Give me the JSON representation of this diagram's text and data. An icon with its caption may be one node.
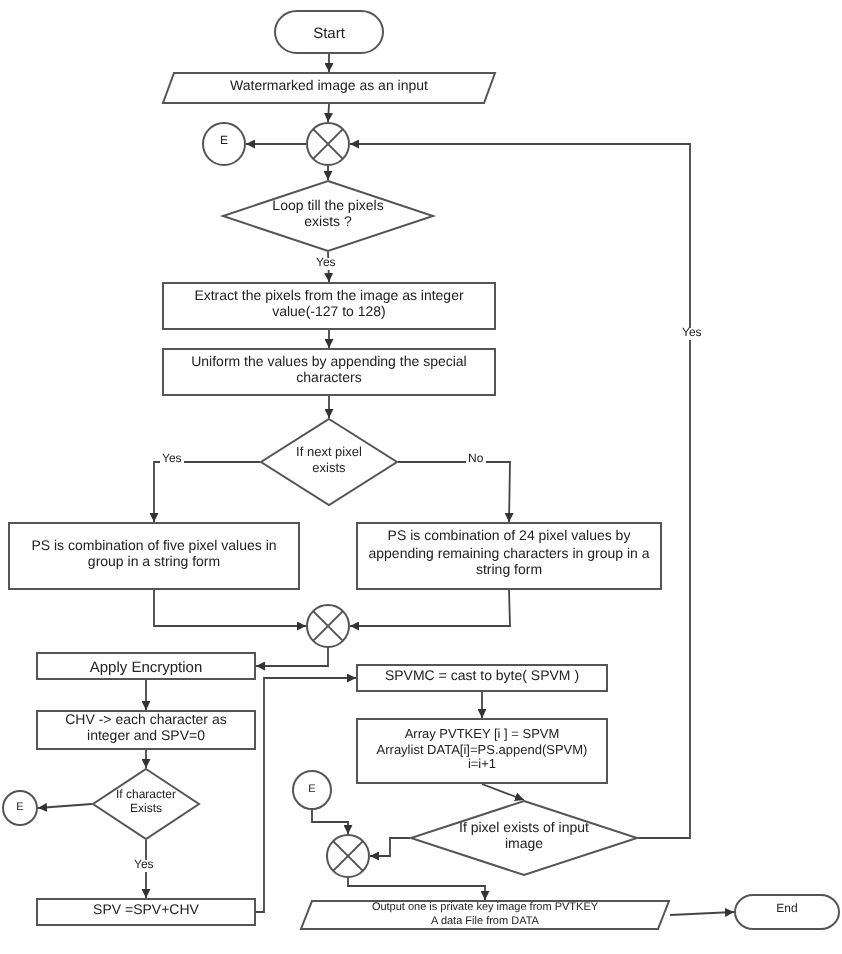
{
  "diagram": {
    "nodes": [
      {
        "text": [
          "Start"
        ]
      },
      {
        "text": [
          "Watermarked image as an input"
        ]
      },
      {
        "text": [],
        "shape": "circle"
      },
      {
        "text": [
          "E"
        ]
      },
      {
        "text": [
          "Loop till the pixels exists ?"
        ]
      },
      {
        "text": [
          "Extract the pixels from the image as integer value(-127 to 128)"
        ]
      },
      {
        "text": [
          "Uniform the values by appending the special characters"
        ]
      },
      {
        "text": [
          "If next pixel exists"
        ]
      },
      {
        "text": [
          "PS is combination of five pixel values in group in a string form"
        ]
      },
      {
        "text": [
          "PS is combination of 24 pixel values by appending remaining characters in group in a string form"
        ]
      },
      {
        "text": [],
        "shape": "circle"
      },
      {
        "text": [
          "Apply Encryption"
        ]
      },
      {
        "text": [
          "CHV -> each character as integer and SPV=0"
        ]
      },
      {
        "text": [
          "If character Exists"
        ]
      },
      {
        "text": [
          "E"
        ]
      },
      {
        "text": [
          "SPV =SPV+CHV"
        ]
      },
      {
        "text": [
          "SPVMC = cast to byte( SPVM )"
        ]
      },
      {
        "text": [
          "Array PVTKEY [i ] = SPVM",
          "Arraylist DATA[i]=PS.append(SPVM)",
          "i=i+1"
        ]
      },
      {
        "text": [
          "If pixel exists of input image"
        ]
      },
      {
        "text": [
          "E"
        ]
      },
      {
        "text": [],
        "shape": "circle"
      },
      {
        "text": [
          "Output one is private key image from PVTKEY",
          "A data File from DATA"
        ]
      },
      {
        "text": [
          "End"
        ]
      }
    ],
    "edges": [
      {
        "from": 0,
        "to": 1,
        "arrow": "to"
      },
      {
        "from": 1,
        "to": 2,
        "arrow": "to"
      },
      {
        "from": 2,
        "to": 3,
        "arrow": "to"
      },
      {
        "from": 2,
        "to": 4,
        "arrow": "to"
      },
      {
        "from": 4,
        "to": 5,
        "arrow": "to",
        "label": "Yes"
      },
      {
        "from": 5,
        "to": 6,
        "arrow": "to"
      },
      {
        "from": 6,
        "to": 7,
        "arrow": "to"
      },
      {
        "from": 7,
        "to": 8,
        "arrow": "to",
        "label": "Yes"
      },
      {
        "from": 7,
        "to": 9,
        "arrow": "to",
        "label": "No"
      },
      {
        "from": 8,
        "to": 10,
        "arrow": "to"
      },
      {
        "from": 9,
        "to": 10,
        "arrow": "to"
      },
      {
        "from": 10,
        "to": 11,
        "arrow": "to"
      },
      {
        "from": 11,
        "to": 12,
        "arrow": "to"
      },
      {
        "from": 12,
        "to": 13,
        "arrow": "to"
      },
      {
        "from": 13,
        "to": 14,
        "arrow": "to"
      },
      {
        "from": 13,
        "to": 15,
        "arrow": "to",
        "label": "Yes"
      },
      {
        "from": 15,
        "to": 16,
        "arrow": "to"
      },
      {
        "from": 16,
        "to": 17,
        "arrow": "to"
      },
      {
        "from": 17,
        "to": 18,
        "arrow": "to"
      },
      {
        "from": 18,
        "to": 20,
        "arrow": "to"
      },
      {
        "from": 19,
        "to": 20,
        "arrow": "to"
      },
      {
        "from": 20,
        "to": 21,
        "arrow": "to"
      },
      {
        "from": 21,
        "to": 22,
        "arrow": "to"
      },
      {
        "from": 18,
        "to": 2,
        "arrow": "to",
        "label": "Yes"
      }
    ]
  }
}
